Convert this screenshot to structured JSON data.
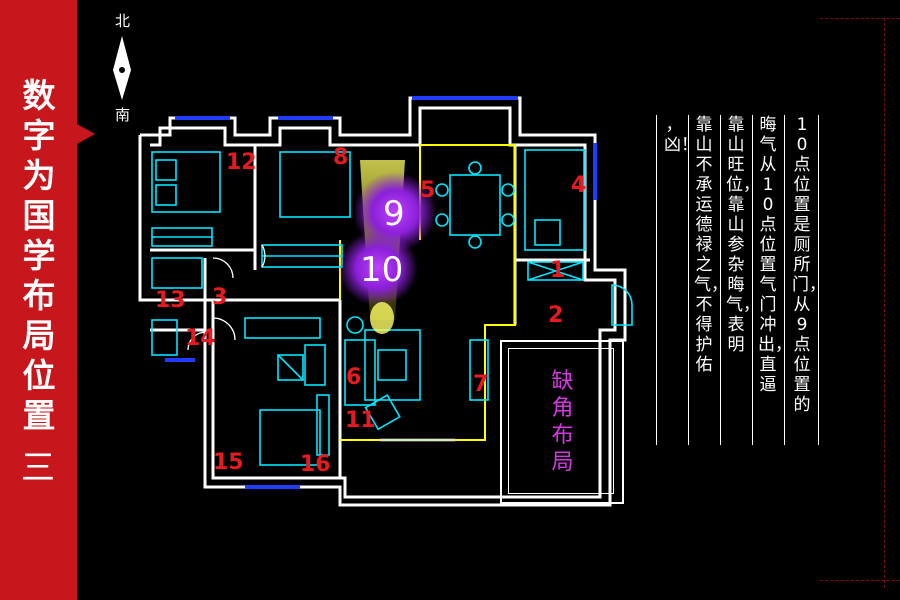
{
  "sidebar": {
    "title_chars": [
      "数",
      "字",
      "为",
      "国",
      "学",
      "布",
      "局",
      "位",
      "置"
    ],
    "page_mark": "三"
  },
  "compass": {
    "north": "北",
    "south": "南"
  },
  "floorplan": {
    "numbers": [
      "1",
      "2",
      "3",
      "4",
      "5",
      "6",
      "7",
      "8",
      "11",
      "12",
      "13",
      "14",
      "15",
      "16"
    ],
    "highlight_a": "9",
    "highlight_b": "10",
    "missing_corner_label": [
      "缺",
      "角",
      "布",
      "局"
    ]
  },
  "note": {
    "columns": [
      "10点位置是厕所门，从9点位置的",
      "晦气从10点位置气门冲出，直逼",
      "靠山旺位，靠山参杂晦气，表明",
      "靠山不承运德禄之气，不得护佑",
      "，凶！"
    ]
  },
  "colors": {
    "sidebar": "#c8161d",
    "walls": "#ffffff",
    "fixtures": "#00e5ff",
    "doors": "#ffff00",
    "windows": "#1f3dff",
    "numbers": "#e8191f",
    "highlight": "#a030e0",
    "missing_label": "#d338e0"
  }
}
